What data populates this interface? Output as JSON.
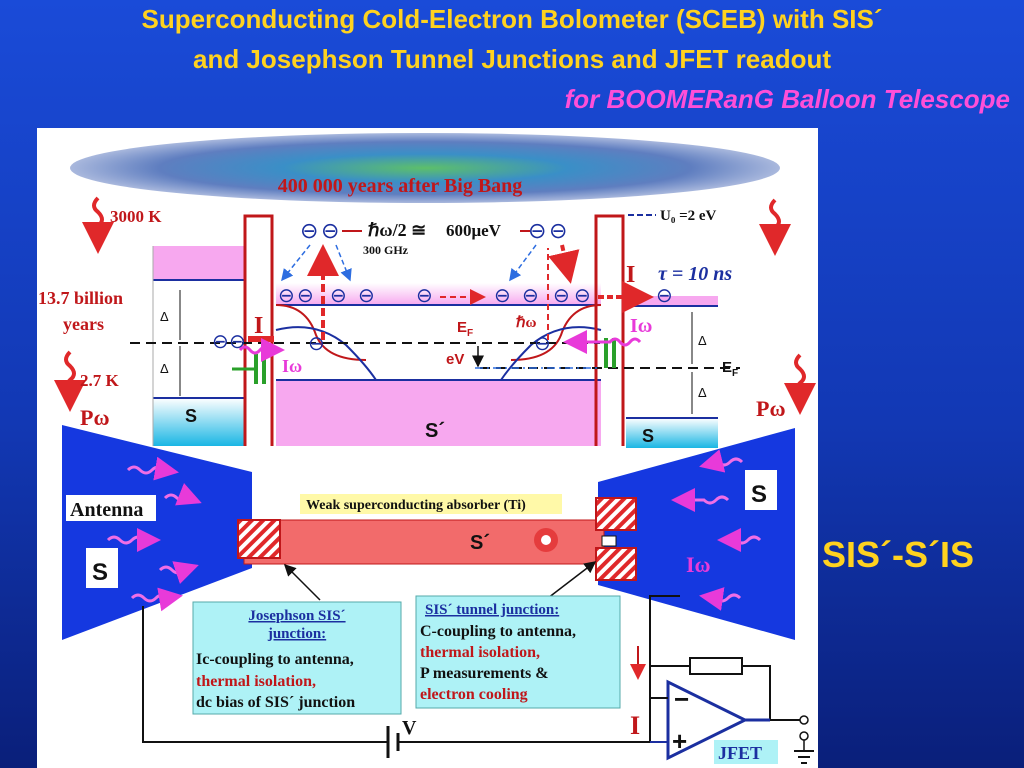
{
  "title_line1": "Superconducting Cold-Electron Bolometer (SCEB) with SIS´",
  "title_line2": "and Josephson Tunnel Junctions and JFET readout",
  "subtitle": "for BOOMERanG Balloon Telescope",
  "side_label": "SIS´-S´IS",
  "diagram": {
    "cmb_label": "400 000 years after  Big Bang",
    "temp_3000": "3000 K",
    "age_line1": "13.7 billion",
    "age_line2": "years",
    "temp_27": "2.7 K",
    "p_omega": "Pω",
    "hbar_half": "ℏω/2 ≅",
    "freq": "300 GHz",
    "energy": "600μeV",
    "u0": "U₀ =2 eV",
    "current_i": "I",
    "tau": "τ = 10 ns",
    "delta": "Δ",
    "i_omega": "Iω",
    "ef": "E",
    "ef_sub": "F",
    "ev": "eV",
    "hbar_omega": "ℏω",
    "s_label": "S",
    "s_prime": "S´",
    "antenna": "Antenna",
    "absorber": "Weak superconducting absorber (Ti)",
    "josephson_title1": "Josephson  SIS´",
    "josephson_title2": "junction:",
    "josephson_l1": "Ic-coupling to antenna,",
    "josephson_l2": "thermal isolation,",
    "josephson_l3": "dc bias of SIS´ junction",
    "tunnel_title": "SIS´ tunnel junction:",
    "tunnel_l1": "C-coupling to antenna,",
    "tunnel_l2": "thermal isolation,",
    "tunnel_l3": "P measurements &",
    "tunnel_l4": "electron cooling",
    "bias_v": "V",
    "jfet": "JFET",
    "electron": "⊖",
    "minus": "−",
    "plus": "+"
  }
}
